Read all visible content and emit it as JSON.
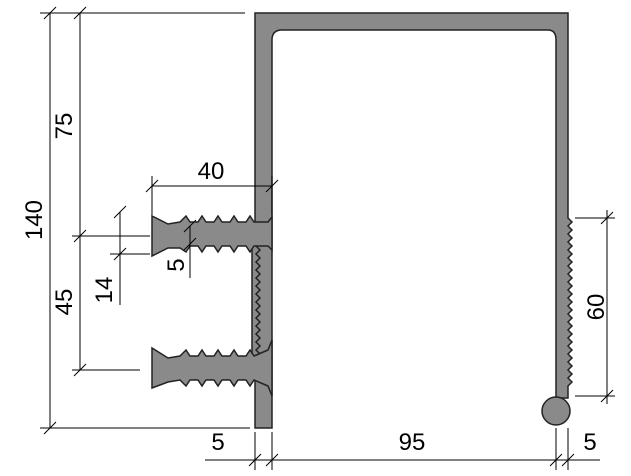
{
  "dimensions": {
    "total_height": "140",
    "upper_height": "75",
    "lower_height": "45",
    "anchor_pitch": "14",
    "anchor_length": "40",
    "anchor_thickness": "5",
    "serration_length": "60",
    "wall_left": "5",
    "inner_width": "95",
    "wall_right": "5"
  },
  "colors": {
    "profile_fill": "#8a8a8a",
    "outline": "#222222",
    "dimension_lines": "#000000",
    "background": "#ffffff"
  }
}
